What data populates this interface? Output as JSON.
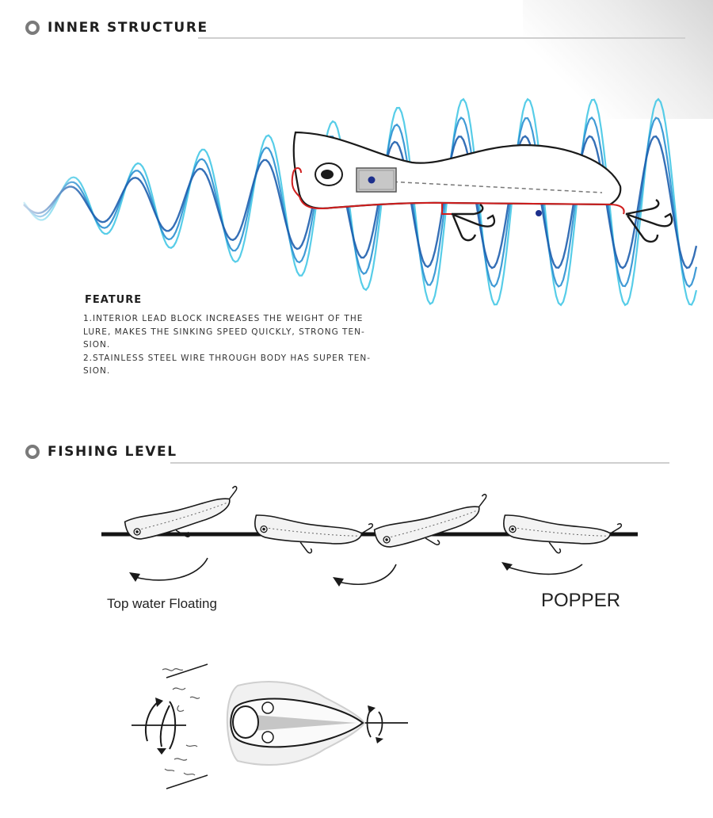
{
  "inner_structure": {
    "title": "INNER STRUCTURE"
  },
  "feature": {
    "title": "FEATURE",
    "line1": "1.INTERIOR LEAD BLOCK INCREASES THE WEIGHT OF THE LURE, MAKES THE SINKING SPEED QUICKLY, STRONG TEN-SION.",
    "line2": "2.STAINLESS STEEL WIRE THROUGH BODY HAS SUPER TEN-SION."
  },
  "fishing_level": {
    "title": "FISHING LEVEL",
    "label_left": "Top water Floating",
    "label_right": "POPPER"
  },
  "colors": {
    "wave_dark": "#1f5fae",
    "wave_mid": "#2b8fd0",
    "wave_light": "#45c8e6",
    "wire": "#d01e1e",
    "dot": "#1c2f8c",
    "header_icon": "#7a7a7a"
  },
  "icons": [
    "ring-icon",
    "lure-cross-section",
    "treble-hook-icon",
    "curved-arrow-icon",
    "lure-icon",
    "wobble-arrows-icon"
  ]
}
